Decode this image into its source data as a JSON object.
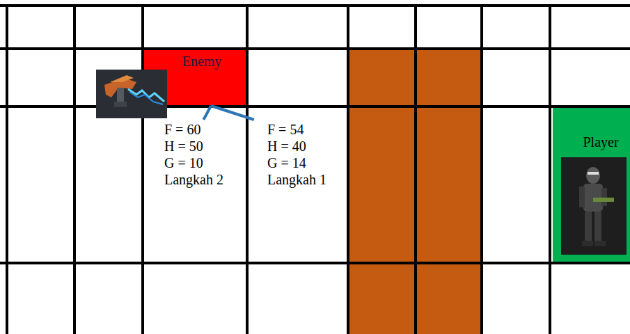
{
  "diagram": {
    "nodes": [
      {
        "text": [
          "Enemy"
        ]
      },
      {
        "text": [
          "F = 60",
          "H = 50",
          "G = 10",
          "Langkah 2"
        ]
      },
      {
        "text": [
          "F = 54",
          "H = 40",
          "G = 14",
          "Langkah 1"
        ]
      },
      {
        "text": [
          "Player"
        ]
      }
    ],
    "edges": [
      {
        "from": 0,
        "to": 1,
        "arrow": "none"
      },
      {
        "from": 0,
        "to": 2,
        "arrow": "none"
      }
    ]
  }
}
